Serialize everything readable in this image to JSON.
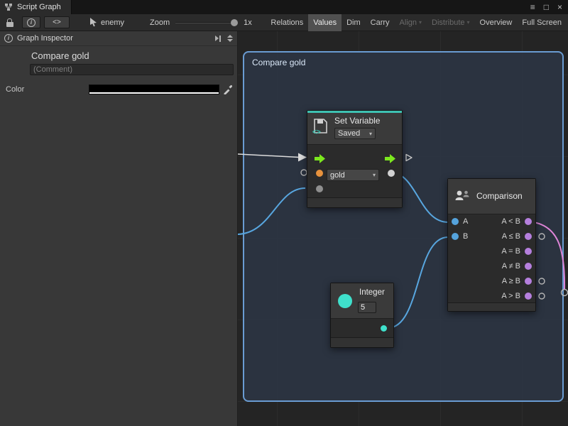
{
  "colors": {
    "accent_teal": "#3ec1b1",
    "flow_green": "#7ce81e",
    "port_orange": "#e8923d",
    "port_blue": "#55a3dc",
    "port_purple": "#b57fdd",
    "port_teal": "#3fe0cb",
    "wire_blue": "#58a6df",
    "wire_pink": "#df85d8",
    "group_border": "#6a9cd2",
    "active_button_bg": "#505050"
  },
  "icons": {
    "menu": "≡",
    "maximize": "□",
    "close": "×",
    "dropdown": "▾",
    "code": "<>",
    "info": "i"
  },
  "titlebar": {
    "tab_label": "Script Graph"
  },
  "toolbar": {
    "target_name": "enemy",
    "zoom_label": "Zoom",
    "zoom_value": "1x",
    "buttons": [
      {
        "label": "Relations",
        "state": "normal"
      },
      {
        "label": "Values",
        "state": "active"
      },
      {
        "label": "Dim",
        "state": "normal"
      },
      {
        "label": "Carry",
        "state": "normal"
      },
      {
        "label": "Align",
        "state": "disabled",
        "has_dropdown": true
      },
      {
        "label": "Distribute",
        "state": "disabled",
        "has_dropdown": true
      },
      {
        "label": "Overview",
        "state": "normal"
      },
      {
        "label": "Full Screen",
        "state": "normal"
      }
    ]
  },
  "inspector": {
    "header_label": "Graph Inspector",
    "graph_title": "Compare gold",
    "comment_placeholder": "(Comment)",
    "color_label": "Color"
  },
  "graph": {
    "group_title": "Compare gold",
    "set_variable": {
      "title": "Set Variable",
      "scope_label": "Saved",
      "variable_name": "gold"
    },
    "comparison": {
      "title": "Comparison",
      "input_a": "A",
      "input_b": "B",
      "outputs": [
        "A < B",
        "A ≤ B",
        "A = B",
        "A ≠ B",
        "A ≥ B",
        "A > B"
      ]
    },
    "integer": {
      "title": "Integer",
      "value": "5"
    }
  }
}
